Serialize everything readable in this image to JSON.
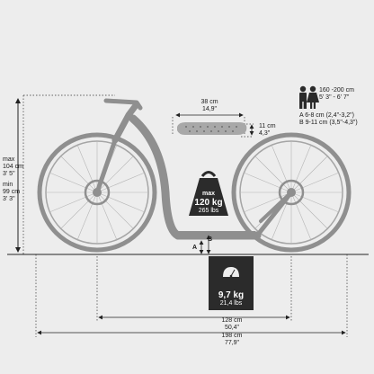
{
  "people": {
    "range_cm": "160 -200 cm",
    "range_ft": "5' 3\" - 6' 7\""
  },
  "deck_sizes": {
    "a": "A 6-8 cm (2,4\"-3,2\")",
    "b": "B 9-11 cm (3,5\"-4,3\")"
  },
  "footboard": {
    "length_cm": "38 cm",
    "length_in": "14,9\"",
    "height_cm": "11 cm",
    "height_in": "4,3\""
  },
  "handlebar": {
    "max_label": "max",
    "max_cm": "104 cm",
    "max_ft": "3' 5\"",
    "min_label": "min",
    "min_cm": "99 cm",
    "min_ft": "3' 3\""
  },
  "max_load": {
    "label": "max",
    "value": "120 kg",
    "alt": "265 lbs"
  },
  "weight": {
    "value": "9,7 kg",
    "alt": "21,4 lbs"
  },
  "wheelbase": {
    "cm": "128 cm",
    "in": "50,4\""
  },
  "length": {
    "cm": "198 cm",
    "in": "77,9\""
  },
  "markers": {
    "a": "A",
    "b": "B"
  },
  "colors": {
    "frame": "#8f8f8f",
    "dark": "#2b2b2b",
    "background": "#ededed"
  }
}
